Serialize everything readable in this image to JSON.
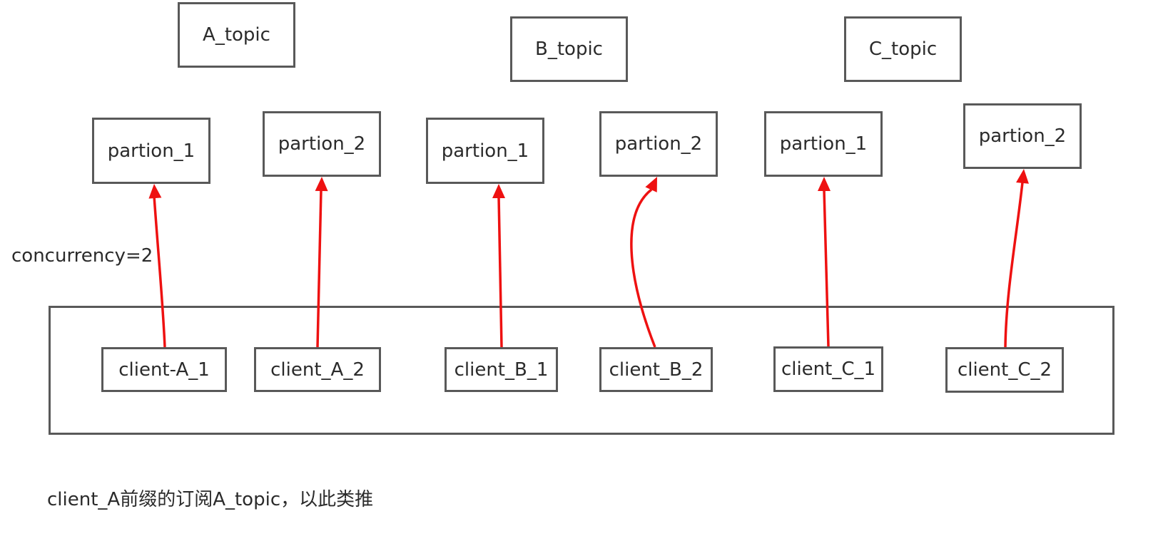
{
  "topics": [
    {
      "label": "A_topic"
    },
    {
      "label": "B_topic"
    },
    {
      "label": "C_topic"
    }
  ],
  "partitions": [
    {
      "label": "partion_1",
      "topic": "A_topic"
    },
    {
      "label": "partion_2",
      "topic": "A_topic"
    },
    {
      "label": "partion_1",
      "topic": "B_topic"
    },
    {
      "label": "partion_2",
      "topic": "B_topic"
    },
    {
      "label": "partion_1",
      "topic": "C_topic"
    },
    {
      "label": "partion_2",
      "topic": "C_topic"
    }
  ],
  "concurrency_label": "concurrency=2",
  "clients": [
    {
      "label": "client-A_1"
    },
    {
      "label": "client_A_2"
    },
    {
      "label": "client_B_1"
    },
    {
      "label": "client_B_2"
    },
    {
      "label": "client_C_1"
    },
    {
      "label": "client_C_2"
    }
  ],
  "edges": [
    {
      "from": "client-A_1",
      "to": "A_topic partion_1"
    },
    {
      "from": "client_A_2",
      "to": "A_topic partion_2"
    },
    {
      "from": "client_B_1",
      "to": "B_topic partion_1"
    },
    {
      "from": "client_B_2",
      "to": "B_topic partion_2"
    },
    {
      "from": "client_C_1",
      "to": "C_topic partion_1"
    },
    {
      "from": "client_C_2",
      "to": "C_topic partion_2"
    }
  ],
  "arrow_color": "#ee1111",
  "note": "client_A前缀的订阅A_topic，以此类推"
}
